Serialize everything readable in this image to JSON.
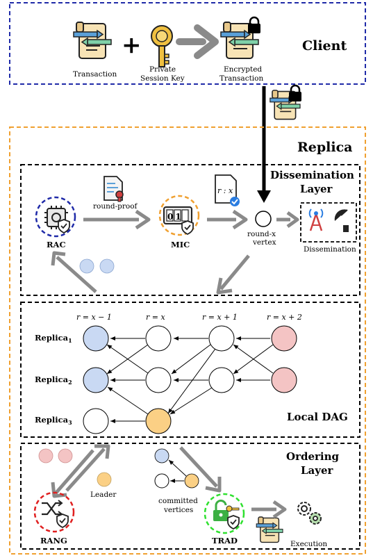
{
  "client": {
    "title": "Client",
    "transaction_label": "Transaction",
    "plus": "+",
    "key_label_line1": "Private",
    "key_label_line2": "Session Key",
    "encrypted_line1": "Encrypted",
    "encrypted_line2": "Transaction"
  },
  "replica": {
    "title": "Replica",
    "dissemination": {
      "title_line1": "Dissemination",
      "title_line2": "Layer",
      "rac_label": "RAC",
      "mic_label": "MIC",
      "mic_display": "01",
      "round_proof_label": "round-proof",
      "rx_doc_label": "r : x",
      "vertex_line1": "round-x",
      "vertex_line2": "vertex",
      "dissemination_label": "Dissemination"
    },
    "local_dag": {
      "title": "Local DAG",
      "round_labels": [
        "r = x − 1",
        "r = x",
        "r = x + 1",
        "r = x + 2"
      ],
      "replica_base": "Replica",
      "replica_subs": [
        "1",
        "2",
        "3"
      ]
    },
    "ordering": {
      "title_line1": "Ordering",
      "title_line2": "Layer",
      "leader_label": "Leader",
      "committed_line1": "committed",
      "committed_line2": "vertices",
      "rang_label": "RANG",
      "trad_label": "TRAD",
      "execution_label": "Execution"
    }
  },
  "colors": {
    "client_border": "#1f2aa8",
    "replica_border": "#f0a030",
    "blue_node": "#c9d9f3",
    "pink_node": "#f4c4c4",
    "orange_node": "#fbd085",
    "arrow_gray": "#8a8a8a",
    "rac_ring": "#1f2aa8",
    "mic_ring": "#f0a030",
    "rang_ring": "#e01f1f",
    "trad_ring": "#2ee02e"
  }
}
